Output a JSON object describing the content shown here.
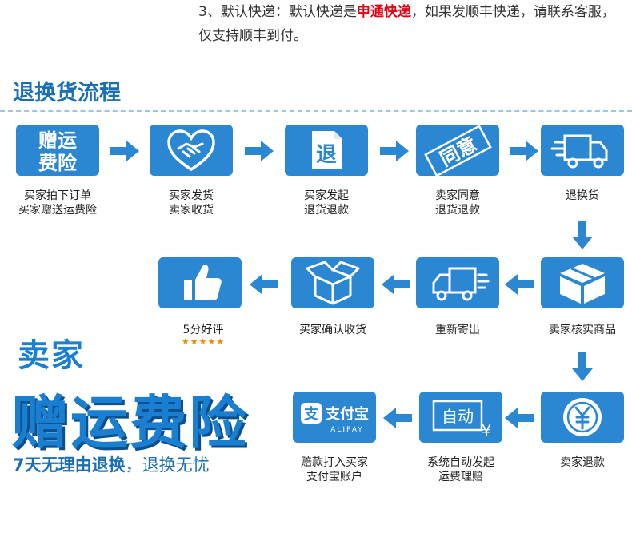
{
  "note": {
    "prefix": "3、默认快递：默认快递是",
    "highlight": "申通快递",
    "suffix": "，如果发顺丰快递，请联系客服，仅支持顺丰到付。"
  },
  "section_title": "退换货流程",
  "steps": [
    {
      "icon_text": [
        "赠运",
        "费险"
      ],
      "caption": [
        "买家拍下订单",
        "买家赠送运费险"
      ]
    },
    {
      "icon": "handshake-heart-icon",
      "caption": [
        "买家发货",
        "卖家收货"
      ]
    },
    {
      "icon_text": [
        "退"
      ],
      "icon": "document-icon",
      "caption": [
        "买家发起",
        "退货退款"
      ]
    },
    {
      "icon_text": [
        "同意"
      ],
      "icon": "approval-stamp-icon",
      "caption": [
        "卖家同意",
        "退货退款"
      ]
    },
    {
      "icon": "delivery-truck-icon",
      "caption": [
        "退换货"
      ]
    },
    {
      "icon": "package-box-icon",
      "caption": [
        "卖家核实商品"
      ]
    },
    {
      "icon": "delivery-truck-icon",
      "caption": [
        "重新寄出"
      ]
    },
    {
      "icon": "open-box-icon",
      "caption": [
        "买家确认收货"
      ]
    },
    {
      "icon": "thumbs-up-icon",
      "caption": [
        "5分好评"
      ],
      "stars": "★★★★★"
    },
    {
      "icon": "yen-coin-icon",
      "caption": [
        "卖家退款"
      ]
    },
    {
      "icon_text": [
        "自动",
        "¥"
      ],
      "icon": "auto-claim-icon",
      "caption": [
        "系统自动发起",
        "运费理赔"
      ]
    },
    {
      "icon_text": [
        "支付宝",
        "ALIPAY"
      ],
      "icon": "alipay-icon",
      "caption": [
        "赔款打入买家",
        "支付宝账户"
      ]
    }
  ],
  "promo": {
    "line1": "卖家",
    "line2": "赠运费险",
    "slogan_bold": "7天无理由退换",
    "slogan_rest": "，退换无忧"
  },
  "colors": {
    "primary": "#2b87d2",
    "title": "#1a6fb4",
    "highlight": "#e60012",
    "stars": "#f08a00"
  }
}
